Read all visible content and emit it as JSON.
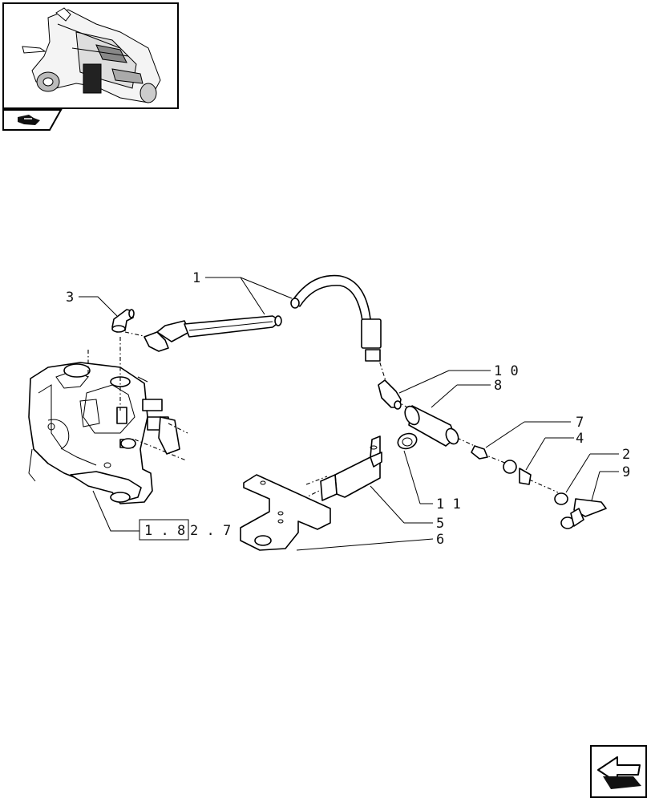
{
  "callouts": {
    "c1": "1",
    "c2": "2",
    "c3": "3",
    "c4": "4",
    "c5": "5",
    "c6": "6",
    "c7": "7",
    "c8": "8",
    "c9": "9",
    "c10": "1 0",
    "c11": "1 1"
  },
  "reference": {
    "boxed": "1 . 8",
    "rest": "2 . 7"
  },
  "icons": {
    "thumbnail": "tractor-transmission-thumbnail",
    "section": "section-arrow-icon",
    "nav": "next-page-arrow-icon"
  }
}
